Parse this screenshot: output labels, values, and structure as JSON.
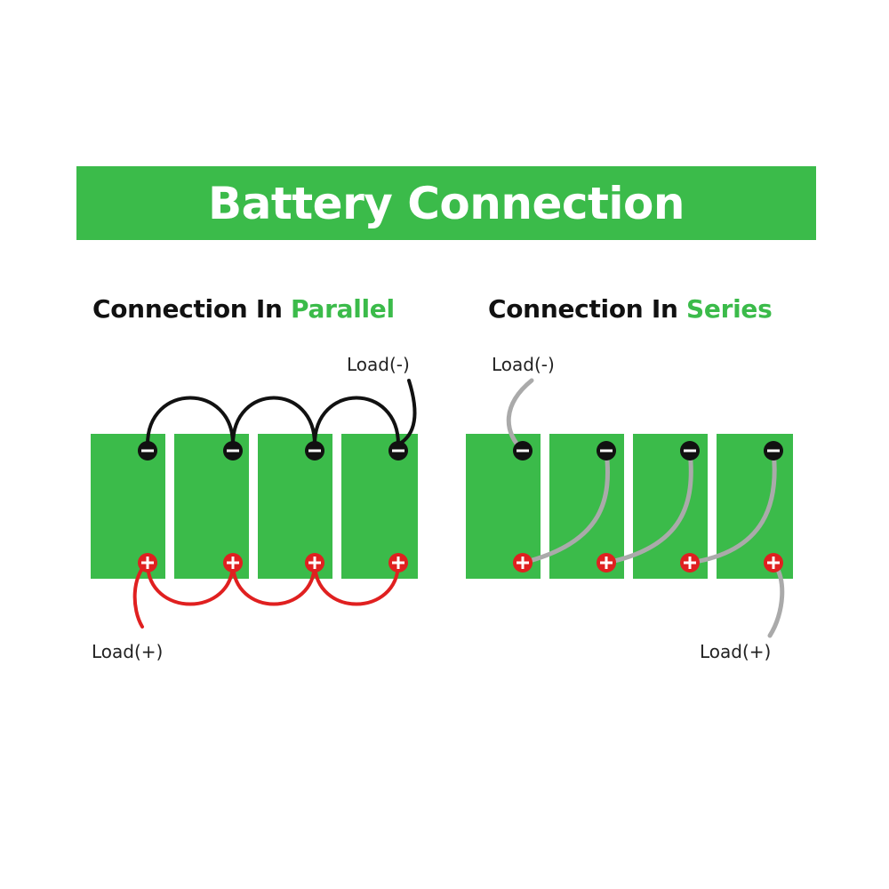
{
  "banner": {
    "title": "Battery Connection"
  },
  "parallel": {
    "heading_prefix": "Connection In ",
    "heading_accent": "Parallel",
    "load_negative_label": "Load(-)",
    "load_positive_label": "Load(+)",
    "battery_count": 4,
    "negative_wire_color": "#111111",
    "positive_wire_color": "#e02020"
  },
  "series": {
    "heading_prefix": "Connection In ",
    "heading_accent": "Series",
    "load_negative_label": "Load(-)",
    "load_positive_label": "Load(+)",
    "battery_count": 4,
    "wire_color": "#aaaaaa"
  },
  "colors": {
    "accent": "#3bbb4a",
    "battery": "#3bbb4a",
    "negative_terminal": "#111111",
    "positive_terminal": "#e02020"
  }
}
